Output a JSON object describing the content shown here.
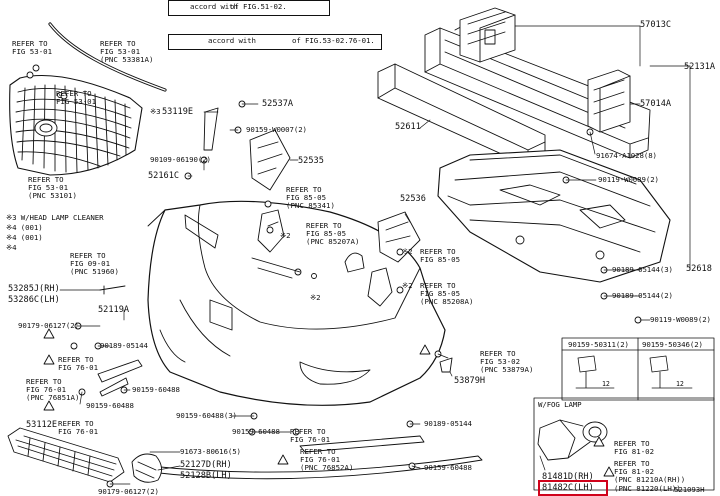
{
  "legend": {
    "row1": [
      "accord with",
      "of FIG.51-02."
    ],
    "row2": [
      "accord with",
      "of FIG.53-02.76-01."
    ]
  },
  "notes": {
    "note1": "※3 W/HEAD LAMP CLEANER",
    "note2": "※4 (001)",
    "note3": "※4 (001)"
  },
  "refs": [
    "REFER TO\nFIG 53-01",
    "REFER TO\nFIG 53-01\n(PNC 53381A)",
    "REFER TO\nFIG 53-01",
    "REFER TO\nFIG 53-01\n(PNC 53101)",
    "REFER TO\nFIG 85-05\n(PNC 85341)",
    "REFER TO\nFIG 85-05\n(PNC 85207A)",
    "REFER TO\nFIG 85-05",
    "REFER TO\nFIG 85-05\n(PNC 85208A)",
    "REFER TO\nFIG 09-01\n(PNC 51960)",
    "REFER TO\nFIG 76-01",
    "REFER TO\nFIG 76-01\n(PNC 76851A)",
    "REFER TO\nFIG 53-02\n(PNC 53879A)",
    "REFER TO\nFIG 76-01",
    "REFER TO\nFIG 76-01\n(PNC 76852A)",
    "REFER TO\nFIG 76-01",
    "REFER TO\nFIG 81-02",
    "REFER TO\nFIG 81-02\n(PNC 81210A(RH))\n(PNC 81220(LH))"
  ],
  "parts": {
    "p57013C": "57013C",
    "p52131A": "52131A",
    "p57014A": "57014A",
    "p52611": "52611",
    "p91674": "91674-A1028(8)",
    "p90119_a": "90119-W0089(2)",
    "p52536": "52536",
    "p90189_3": "90189-05144(3)",
    "p52618": "52618",
    "p90189_2": "90189-05144(2)",
    "p90119_b": "90119-W0089(2)",
    "p53119E": "53119E",
    "p52537A": "52537A",
    "p90159_w": "90159-W0007(2)",
    "p90109": "90109-06190(2)",
    "p52535": "52535",
    "p52161C": "52161C",
    "p53285J": "53285J(RH)",
    "p53286C": "53286C(LH)",
    "p52119A": "52119A",
    "p90179_a": "90179-06127(2)",
    "p90189_ch": "90189-05144",
    "p90159_60488_a": "90159-60488",
    "p90159_60488_b": "90159-60488",
    "p90159_60488_c": "90159-60488(3)",
    "p90159_60488_d": "90159-60488",
    "p90159_60488_e": "90159-60488",
    "p53879H": "53879H",
    "p90189_r": "90189-05144",
    "p53112E": "53112E",
    "p91673": "91673-80616(5)",
    "p52127D": "52127D(RH)",
    "p52128B": "52128B(LH)",
    "p90179_b": "90179-06127(2)",
    "p81481D": "81481D(RH)",
    "p81482C": "81482C(LH)",
    "fogLabel": "W/FOG LAMP",
    "inset1": "90159-50311(2)",
    "inset2": "90159-50346(2)",
    "dimA": "12",
    "dimB": "12",
    "x2a": "※2",
    "x2b": "※2",
    "x2c": "※2",
    "x2d": "※2",
    "x3": "※3",
    "x4": "※4",
    "code": "521093H"
  }
}
